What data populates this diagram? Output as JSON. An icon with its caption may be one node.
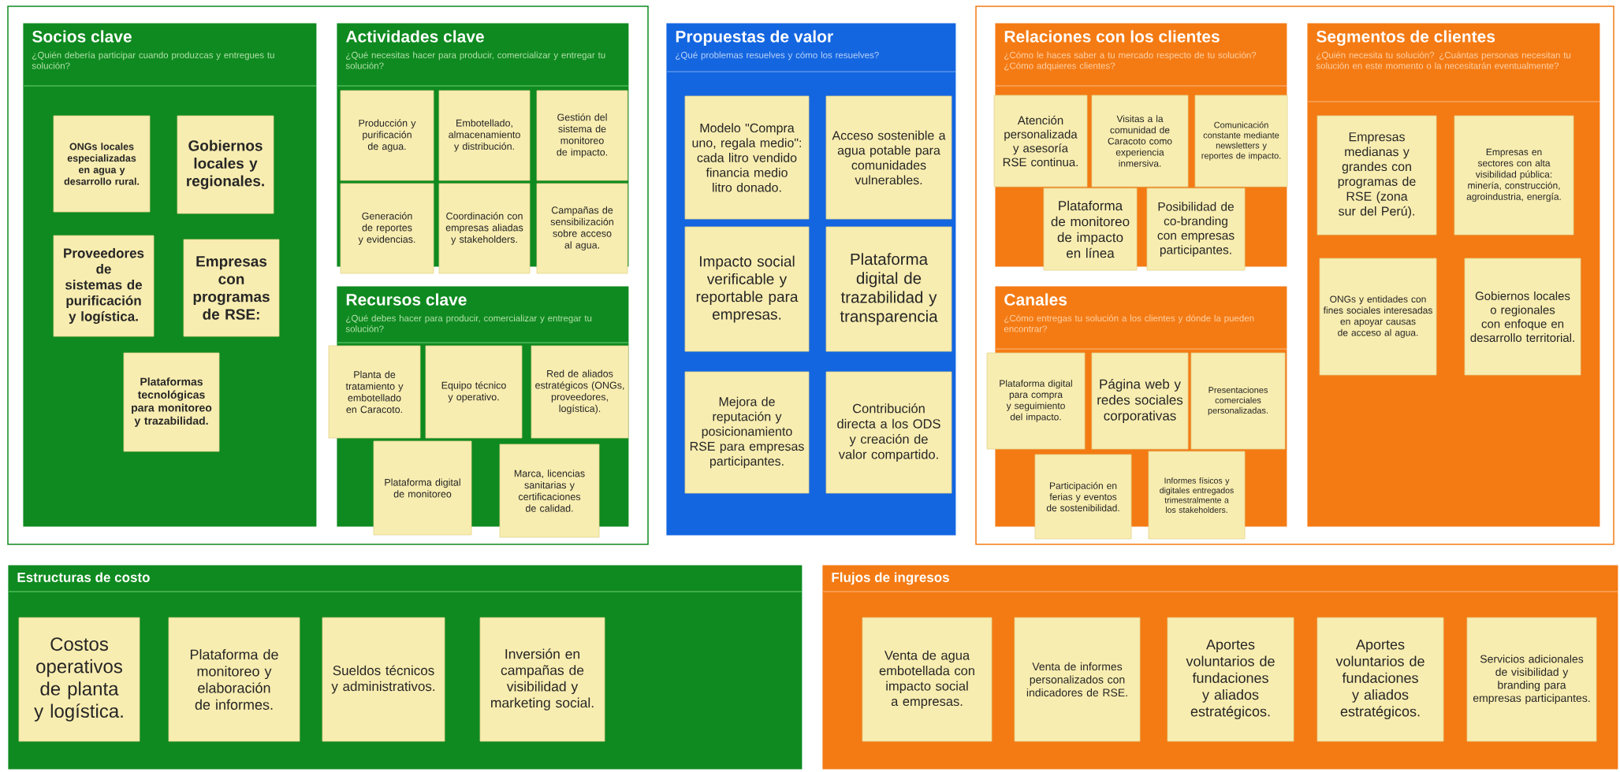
{
  "diagram": {
    "nodes": [
      {
        "text": [
          "Socios clave",
          "¿Quién debería participar cuando produzcas y entregues tu solución?"
        ]
      },
      {
        "text": [
          "ONGs locales especializadas en agua y desarrollo rural."
        ],
        "in": 0
      },
      {
        "text": [
          "Gobiernos locales y regionales."
        ],
        "in": 0
      },
      {
        "text": [
          "Proveedores de sistemas de purificación y logística."
        ],
        "in": 0
      },
      {
        "text": [
          "Empresas con programas de RSE:"
        ],
        "in": 0
      },
      {
        "text": [
          "Plataformas tecnológicas para monitoreo y trazabilidad."
        ],
        "in": 0
      },
      {
        "text": [
          "Actividades clave",
          "¿Qué necesitas hacer para producir, comercializar y entregar tu solución?"
        ]
      },
      {
        "text": [
          "Producción y purificación de agua."
        ],
        "in": 6
      },
      {
        "text": [
          "Embotellado, almacenamiento y distribución."
        ],
        "in": 6
      },
      {
        "text": [
          "Gestión del sistema de monitoreo de impacto."
        ],
        "in": 6
      },
      {
        "text": [
          "Generación de reportes y evidencias."
        ],
        "in": 6
      },
      {
        "text": [
          "Coordinación con empresas aliadas y stakeholders."
        ],
        "in": 6
      },
      {
        "text": [
          "Campañas de sensibilización sobre acceso al agua."
        ],
        "in": 6
      },
      {
        "text": [
          "Recursos clave",
          "¿Qué debes hacer para producir, comercializar y entregar tu solución?"
        ]
      },
      {
        "text": [
          "Planta de tratamiento y embotellado en Caracoto."
        ],
        "in": 13
      },
      {
        "text": [
          "Equipo técnico y operativo."
        ],
        "in": 13
      },
      {
        "text": [
          "Red de aliados estratégicos (ONGs, proveedores, logística)."
        ],
        "in": 13
      },
      {
        "text": [
          "Plataforma digital de monitoreo"
        ],
        "in": 13
      },
      {
        "text": [
          "Marca, licencias sanitarias y certificaciones de calidad."
        ],
        "in": 13
      },
      {
        "text": [
          "Propuestas de valor",
          "¿Qué problemas resuelves y cómo los resuelves?"
        ]
      },
      {
        "text": [
          "Modelo \"Compra uno, regala medio\": cada litro vendido financia medio litro donado."
        ],
        "in": 19
      },
      {
        "text": [
          "Acceso sostenible a agua potable para comunidades vulnerables."
        ],
        "in": 19
      },
      {
        "text": [
          "Impacto social verificable y reportable para empresas."
        ],
        "in": 19
      },
      {
        "text": [
          "Plataforma digital de trazabilidad y transparencia"
        ],
        "in": 19
      },
      {
        "text": [
          "Mejora de reputación y posicionamiento RSE para empresas participantes."
        ],
        "in": 19
      },
      {
        "text": [
          "Contribución directa a los ODS y creación de valor compartido."
        ],
        "in": 19
      },
      {
        "text": [
          "Relaciones con los clientes",
          "¿Cómo le haces saber a tu mercado respecto de tu solución? ¿Cómo adquieres clientes?"
        ]
      },
      {
        "text": [
          "Atención personalizada y asesoría RSE continua."
        ],
        "in": 26
      },
      {
        "text": [
          "Visitas a la comunidad de Caracoto como experiencia inmersiva."
        ],
        "in": 26
      },
      {
        "text": [
          "Comunicación constante mediante newsletters y reportes de impacto."
        ],
        "in": 26
      },
      {
        "text": [
          "Plataforma de monitoreo de impacto en línea"
        ],
        "in": 26
      },
      {
        "text": [
          "Posibilidad de co-branding con empresas participantes."
        ],
        "in": 26
      },
      {
        "text": [
          "Canales",
          "¿Cómo entregas tu solución a los clientes y dónde la pueden encontrar?"
        ]
      },
      {
        "text": [
          "Plataforma digital para compra y seguimiento del impacto."
        ],
        "in": 32
      },
      {
        "text": [
          "Página web y redes sociales corporativas"
        ],
        "in": 32
      },
      {
        "text": [
          "Presentaciones comerciales personalizadas."
        ],
        "in": 32
      },
      {
        "text": [
          "Participación en ferias y eventos de sostenibilidad."
        ],
        "in": 32
      },
      {
        "text": [
          "Informes físicos y digitales entregados trimestralmente a los stakeholders."
        ],
        "in": 32
      },
      {
        "text": [
          "Segmentos de clientes",
          "¿Quién necesita tu solución? ¿Cuántas personas necesitan tu solución en este momento o la necesitarán eventualmente?"
        ]
      },
      {
        "text": [
          "Empresas medianas y grandes con programas de RSE (zona sur del Perú)."
        ],
        "in": 38
      },
      {
        "text": [
          "Empresas en sectores con alta visibilidad pública: minería, construcción, agroindustria, energía."
        ],
        "in": 38
      },
      {
        "text": [
          "ONGs y entidades con fines sociales interesadas en apoyar causas de acceso al agua."
        ],
        "in": 38
      },
      {
        "text": [
          "Gobiernos locales o regionales con enfoque en desarrollo territorial."
        ],
        "in": 38
      },
      {
        "text": [
          "Estructuras de costo"
        ]
      },
      {
        "text": [
          "Costos operativos de planta y logística."
        ],
        "in": 43
      },
      {
        "text": [
          "Plataforma de monitoreo y elaboración de informes."
        ],
        "in": 43
      },
      {
        "text": [
          "Sueldos técnicos y administrativos."
        ],
        "in": 43
      },
      {
        "text": [
          "Inversión en campañas de visibilidad y marketing social."
        ],
        "in": 43
      },
      {
        "text": [
          "Flujos de ingresos"
        ]
      },
      {
        "text": [
          "Venta de agua embotellada con impacto social a empresas."
        ],
        "in": 48
      },
      {
        "text": [
          "Venta de informes personalizados con indicadores de RSE."
        ],
        "in": 48
      },
      {
        "text": [
          "Aportes voluntarios de fundaciones y aliados estratégicos."
        ],
        "in": 48
      },
      {
        "text": [
          "Aportes voluntarios de fundaciones y aliados estratégicos."
        ],
        "in": 48
      },
      {
        "text": [
          "Servicios adicionales de visibilidad y branding para empresas participantes."
        ],
        "in": 48
      }
    ]
  }
}
